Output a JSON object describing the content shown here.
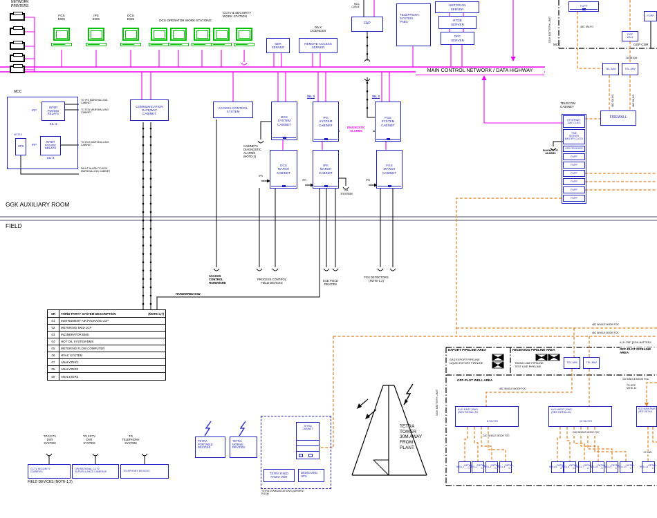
{
  "colors": {
    "magenta": "#ee00ee",
    "blue": "#2020c0",
    "green": "#00c400",
    "orange": "#e08020"
  },
  "top": {
    "printers": "NETWORK\nPRINTERS",
    "fgs_ews": "FGS\nEWS",
    "ips_ews": "IPS\nEWS",
    "dcs_ews": "DCS\nEWS",
    "dcs_op": "DCS OPERATOR WORK STATIONS",
    "cctv_ws": "CCTV & SECURITY\nWORK STATION",
    "ser": "SER\nSERVER",
    "d5x": "D5 X\nLICENCES",
    "ras": "REMOTE ACCESS\nSERVER",
    "mcc_cable": "MCC\nCABLE",
    "fap": "FAP",
    "pabx": "TELEPHONY\nSYSTEM\nPABX",
    "historian": "HISTORIAN\nSERVER",
    "rtdb": "RTDB\nSERVER",
    "opc": "OPC\nSERVER",
    "main_net": "MAIN CONTROL NETWORK / DATA HIGHWAY"
  },
  "gg": {
    "battery_limit": "GGK BATTERY LIMIT",
    "fopp": "FOPP",
    "sm48": "48C SM-FO",
    "mcc": "MCC",
    "ggp_cor": "GGP COR",
    "firewall_small": "FIRE\nWALL",
    "tel_mw": "TEL-MW",
    "dist": "38.5B10M"
  },
  "mc": {
    "mcc": "MCC",
    "irp": "IRP",
    "relays": "INTER\nPOSING\nRELAYS",
    "sil3": "SIL-3",
    "ups": "UPS",
    "note4": "NOTE-4",
    "to_ips": "TO IPS MARSHALLING\nCABINET",
    "to_fgs": "TO FGS MARSHALLING\nCABINET",
    "to_dcs": "TO DCS MARSHALLING\nCABINET",
    "fault": "FAULT ALARM TO ESD\nMARSHALLING CABINET"
  },
  "cab": {
    "comm_gw": "COMMUNICATION\nGATEWAY\nCABINET",
    "acs": "ACCESS CONTROL\nSYSTEM",
    "dcs_sys": "DCS\nSYSTEM\nCABINET",
    "ips_sys": "IPS\nSYSTEM\nCABINET",
    "fgs_sys": "FGS\nSYSTEM\nCABINET",
    "dcs_marsh": "DCS\nMARSH\nCABINET",
    "ips_marsh": "IPS\nMARSH\nCABINET",
    "fgs_marsh": "FGS\nMARSH\nCABINET",
    "sil3": "SIL 3",
    "cab_diag": "CABINETS\nDIAGNOSTIC\nALARMS\n(NOTE-3)",
    "diag": "DIAGNOSTIC\nALARMS",
    "pa": "PA\nSYSTEM",
    "ipr": "IPR"
  },
  "tc": {
    "title": "TELECOM\nCABINET",
    "eth": "ETHERNET\nSWITCHES",
    "time": "TIME\nSERVER\nMASTER CLOCK",
    "gps": "GPS RECEIVER",
    "fopp": "FOPP",
    "diag": "DIAGNOSTIC\nALARMS",
    "firewall": "FIREWALL"
  },
  "rm": {
    "aux": "GGK AUXILIARY ROOM",
    "field": "FIELD"
  },
  "fl": {
    "ach": "ACCESS\nCONTROL\nHARDWARE",
    "pcfd": "PROCESS CONTROL\nFIELD DEVICES",
    "esd": "ESD FIELD\nDEVICES",
    "fgs": "FGS DETECTORS\n(NOTE-1,2)",
    "hw_esd": "HARDWIRED ESD"
  },
  "tb": {
    "sr": "SR",
    "desc": "THIRD PARTY SYSTEM DESCRIPTION",
    "note": "(NOTE-4,7)",
    "rows": [
      {
        "sr": "01",
        "desc": "INSTRUMENT AIR PACKAGE LCP"
      },
      {
        "sr": "02",
        "desc": "METERING SKID LCP"
      },
      {
        "sr": "03",
        "desc": "INCINERATOR BMS"
      },
      {
        "sr": "04",
        "desc": "HOT OIL SYSTEM BMS"
      },
      {
        "sr": "05",
        "desc": "METERING FLOW COMPUTER"
      },
      {
        "sr": "06",
        "desc": "HVAC SYSTEM"
      },
      {
        "sr": "07",
        "desc": "ANALYZER1"
      },
      {
        "sr": "08",
        "desc": "ANALYZER2"
      },
      {
        "sr": "09",
        "desc": "ANALYZER3"
      }
    ]
  },
  "bl": {
    "to_cctv": "TO CCTV\nDVR\nSYSTEM",
    "to_tel": "TO\nTELEPHONY\nSYSTEM",
    "cctv_cam": "CCTV SECURITY\nCAMERAS",
    "op_cctv": "OPERATIONAL CCTV\nSURVEILLANCE CAMERAS",
    "tel_dev": "TELEPHONY DEVICES",
    "field_dev": "FIELD DEVICES (NOTE-1,2)",
    "tetra_port": "TETRA\nPORTABLE\nDEVICES",
    "tetra_mob": "TETRA\nMOBILE\nDEVICES",
    "tetra_cab": "TETRA\nCABINET",
    "tetra_fixed": "TETRA FIXED\nRADIO UNIT",
    "ded_ups": "DEDICATED\nUPS",
    "tetra_room": "TETRA COMMUNICATION EQUIPMENT\nROOM",
    "tower": "TETRA\nTOWER\n 30M AWAY\nFROM\nPLANT"
  },
  "br": {
    "export_area": "EXPORT PIPELINE AREA",
    "recv_area": "RECEIVING PIPELINE AREA",
    "gas": "GAS EXPORT PIPELINE\nLIQUID EXPORT PIPELINE",
    "trunk": "TRUNK LINE PIPELINE\nTEST LINE PIPELINE",
    "kld_opf": "KLD OPF [GGK BATTERY",
    "opp": "OFF-PLOT PIPELINE AREA",
    "opw": "OFF-PLOT WELL AREA",
    "battery_limit": "GGK BATTERY LIMIT",
    "east": "KLD EAST RWS\n(SEE DETAIL-D)",
    "west": "KLD WEST RWS\n(SEE DETAIL-D)",
    "main": "KLD MAIN RWS\n(SEE DETAIL",
    "slots8": "8 SLOTS",
    "slots10": "10 SLOTS",
    "c48": "48C SINGLE MODE FOC",
    "c24": "24C SINGLE MODE FOC",
    "c240": "240 SINGLE MODE FOC",
    "to_ggp": "TO GGP\nNOTE-10",
    "n17": "17 MW",
    "tel_mw": "TEL-MW",
    "wells": [
      {
        "n": "WELL1",
        "d": "DETAIL-C"
      },
      {
        "n": "WELL2",
        "d": "DETAIL-C"
      },
      {
        "n": "WELL3",
        "d": "DETAIL-C"
      },
      {
        "n": "WELL4",
        "d": "DETAIL-C"
      },
      {
        "n": "WELL5",
        "d": "DETAIL-C"
      },
      {
        "n": "WELL6",
        "d": "DETAIL-C"
      },
      {
        "n": "WELL7",
        "d": "DETAIL-C"
      },
      {
        "n": "WELL8",
        "d": "DETAIL-C"
      },
      {
        "n": "WELL9",
        "d": "DETAIL-C"
      },
      {
        "n": "WELL10",
        "d": "DETAIL-C"
      },
      {
        "n": "WELL11",
        "d": "DETAIL-C"
      }
    ]
  }
}
